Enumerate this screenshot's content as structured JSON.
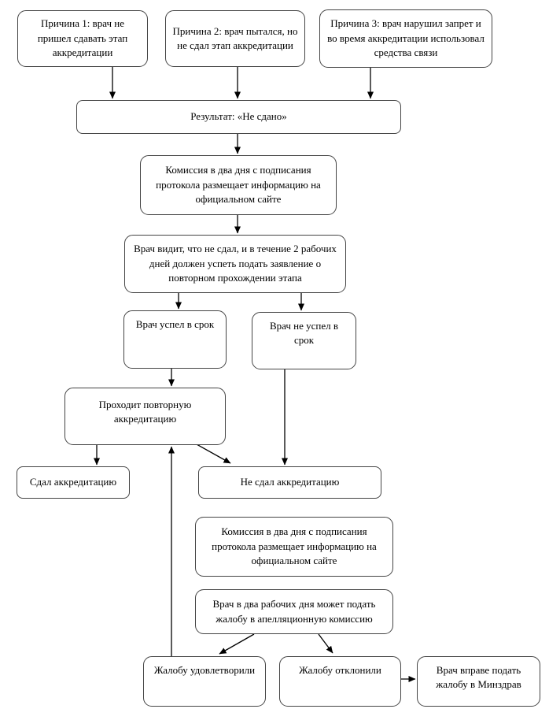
{
  "colors": {
    "bg": "#ffffff",
    "border": "#444444",
    "line": "#000000",
    "text": "#000000"
  },
  "nodes": {
    "reason1": {
      "label": "Причина 1: врач не пришел сдавать этап аккредитации"
    },
    "reason2": {
      "label": "Причина 2: врач пытался, но не сдал этап аккредитации"
    },
    "reason3": {
      "label": "Причина 3: врач нарушил запрет и во время аккредитации использовал средства связи"
    },
    "result": {
      "label": "Результат: «Не сдано»"
    },
    "commission_posts1": {
      "label": "Комиссия в два дня с подписания протокола размещает информацию на официальном сайте"
    },
    "doctor_sees": {
      "label": "Врач видит, что не сдал, и в течение 2 рабочих дней должен успеть подать заявление о повторном прохождении этапа"
    },
    "in_time": {
      "label": "Врач успел в срок"
    },
    "not_in_time": {
      "label": "Врач не успел в срок"
    },
    "retake": {
      "label": "Проходит повторную аккредитацию"
    },
    "passed": {
      "label": "Сдал аккредитацию"
    },
    "failed": {
      "label": "Не сдал аккредитацию"
    },
    "commission_posts2": {
      "label": "Комиссия в два дня с подписания протокола размещает информацию на официальном сайте"
    },
    "appeal": {
      "label": "Врач в два рабочих дня может подать жалобу в апелляционную комиссию"
    },
    "appeal_granted": {
      "label": "Жалобу удовлетворили"
    },
    "appeal_rejected": {
      "label": "Жалобу отклонили"
    },
    "ministry_appeal": {
      "label": "Врач вправе подать жалобу в Минздрав"
    }
  }
}
